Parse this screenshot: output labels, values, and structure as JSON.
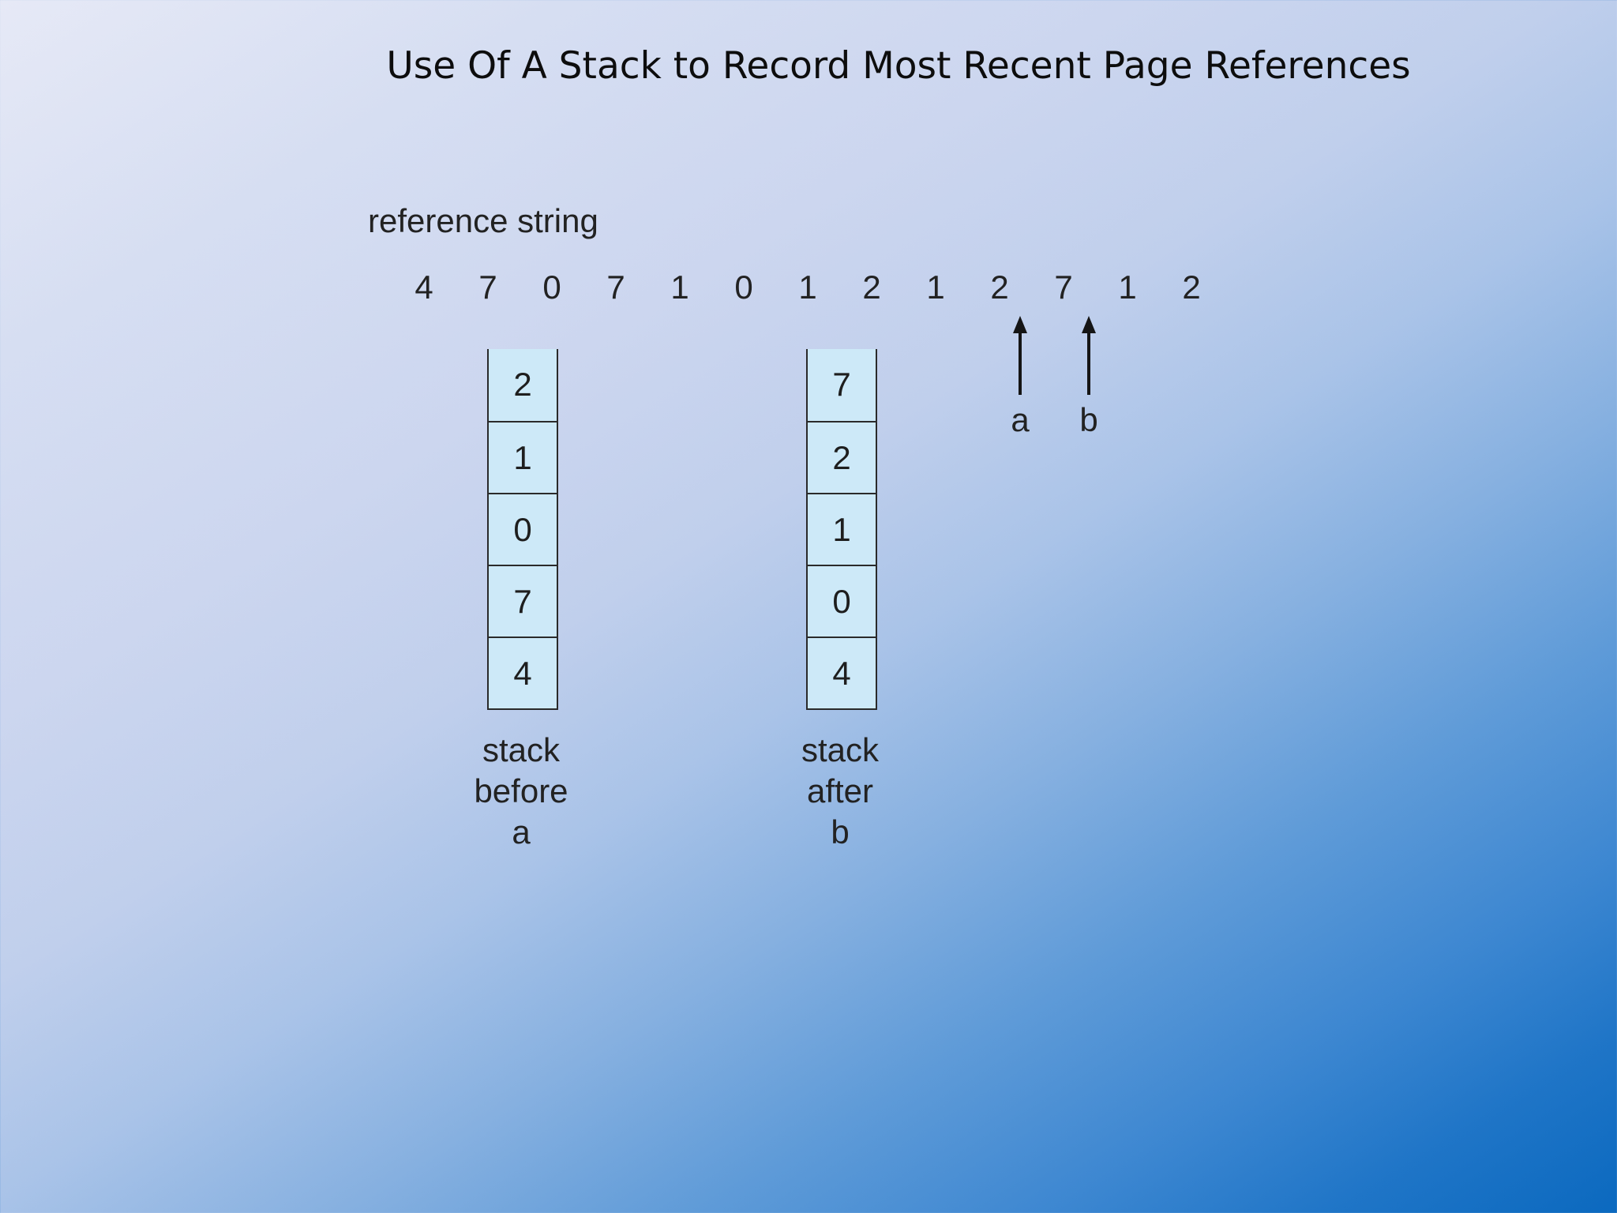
{
  "title": "Use Of A Stack to Record Most Recent Page References",
  "reference_string": {
    "label": "reference string",
    "values": [
      "4",
      "7",
      "0",
      "7",
      "1",
      "0",
      "1",
      "2",
      "1",
      "2",
      "7",
      "1",
      "2"
    ]
  },
  "markers": [
    {
      "label": "a"
    },
    {
      "label": "b"
    }
  ],
  "stacks": [
    {
      "cells": [
        "2",
        "1",
        "0",
        "7",
        "4"
      ],
      "caption": [
        "stack",
        "before",
        "a"
      ]
    },
    {
      "cells": [
        "7",
        "2",
        "1",
        "0",
        "4"
      ],
      "caption": [
        "stack",
        "after",
        "b"
      ]
    }
  ]
}
